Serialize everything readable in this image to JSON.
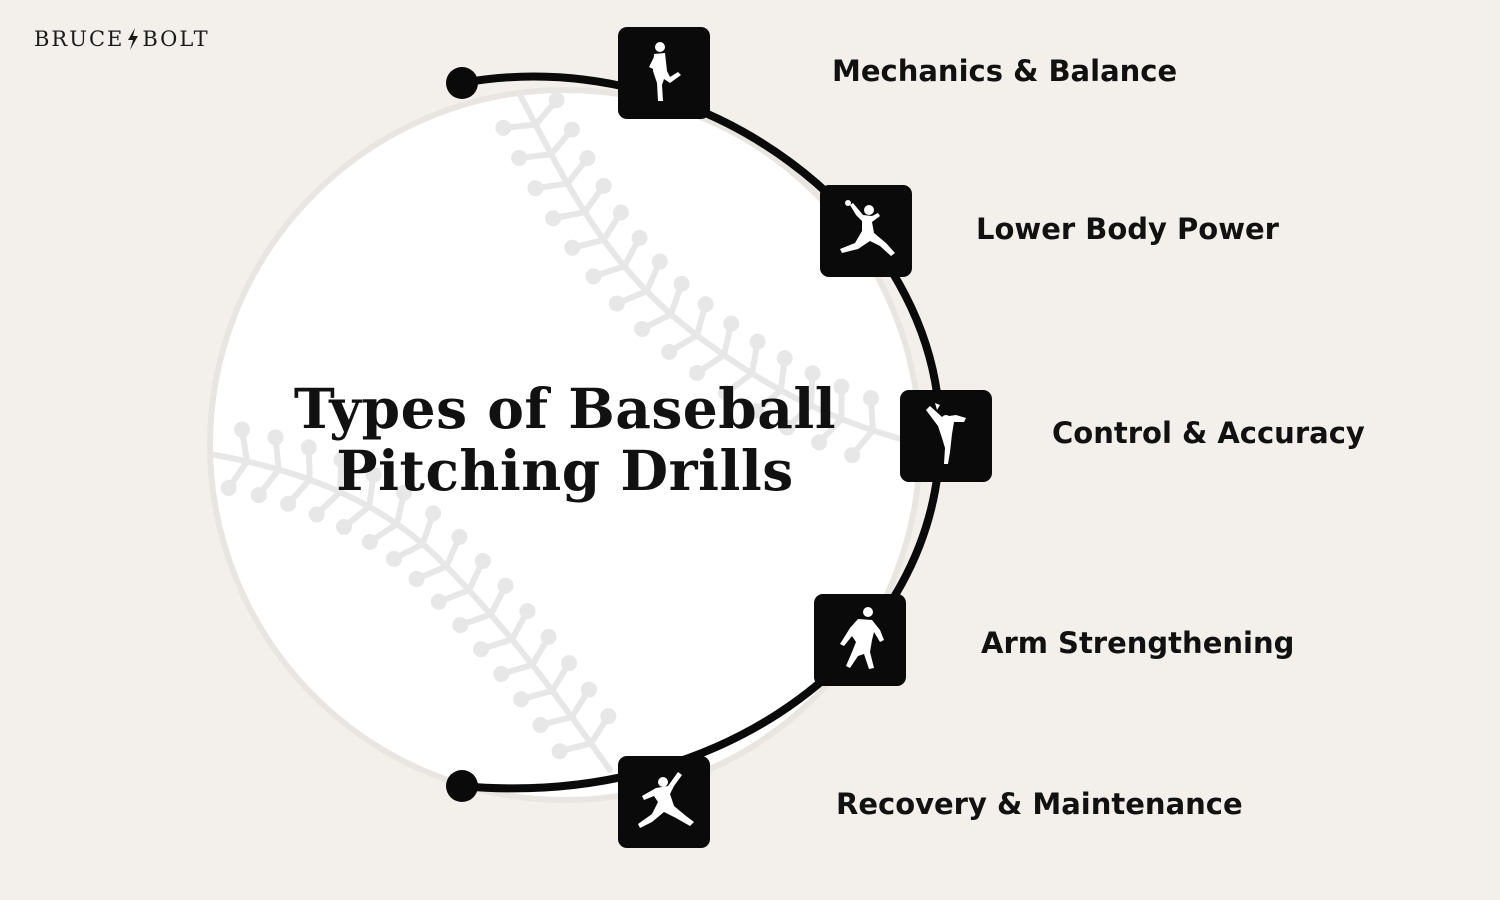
{
  "brand": {
    "name_left": "BRUCE",
    "name_right": "BOLT",
    "logo_icon": "lightning-bolt-icon"
  },
  "title": {
    "line1": "Types of Baseball",
    "line2": "Pitching Drills"
  },
  "drills": [
    {
      "label": "Mechanics & Balance",
      "icon": "pitcher-leg-lift-icon"
    },
    {
      "label": "Lower Body Power",
      "icon": "pitcher-stride-icon"
    },
    {
      "label": "Control & Accuracy",
      "icon": "pitcher-release-icon"
    },
    {
      "label": "Arm Strengthening",
      "icon": "pitcher-throw-icon"
    },
    {
      "label": "Recovery & Maintenance",
      "icon": "pitcher-follow-through-icon"
    }
  ],
  "colors": {
    "background": "#f3f0eb",
    "ball": "#ffffff",
    "seams": "#e6e6e6",
    "arc": "#0a0a0a",
    "node": "#0a0a0a",
    "icon": "#ffffff"
  }
}
